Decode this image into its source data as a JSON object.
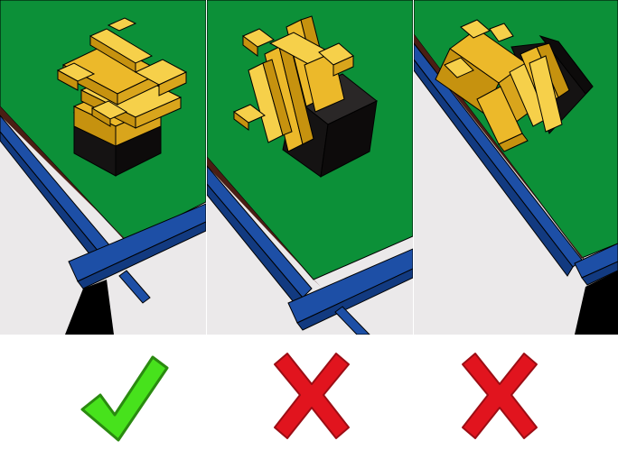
{
  "colors": {
    "panel_background": "#ebe9ea",
    "board_green": "#0c9038",
    "rail_blue": "#1d4fa6",
    "rail_blue_dark": "#123a80",
    "block_yellow": "#ecb92a",
    "block_yellow_light": "#f6d04a",
    "block_yellow_dark": "#c6920f",
    "cube_black": "#151313",
    "support_black": "#000000",
    "check_green": "#47e21c",
    "cross_red": "#e1141e"
  },
  "panels": [
    {
      "label": "panel-correct-placement",
      "status_icon": "check-icon"
    },
    {
      "label": "panel-incorrect-tilted",
      "status_icon": "cross-icon"
    },
    {
      "label": "panel-incorrect-edge",
      "status_icon": "cross-icon"
    }
  ]
}
